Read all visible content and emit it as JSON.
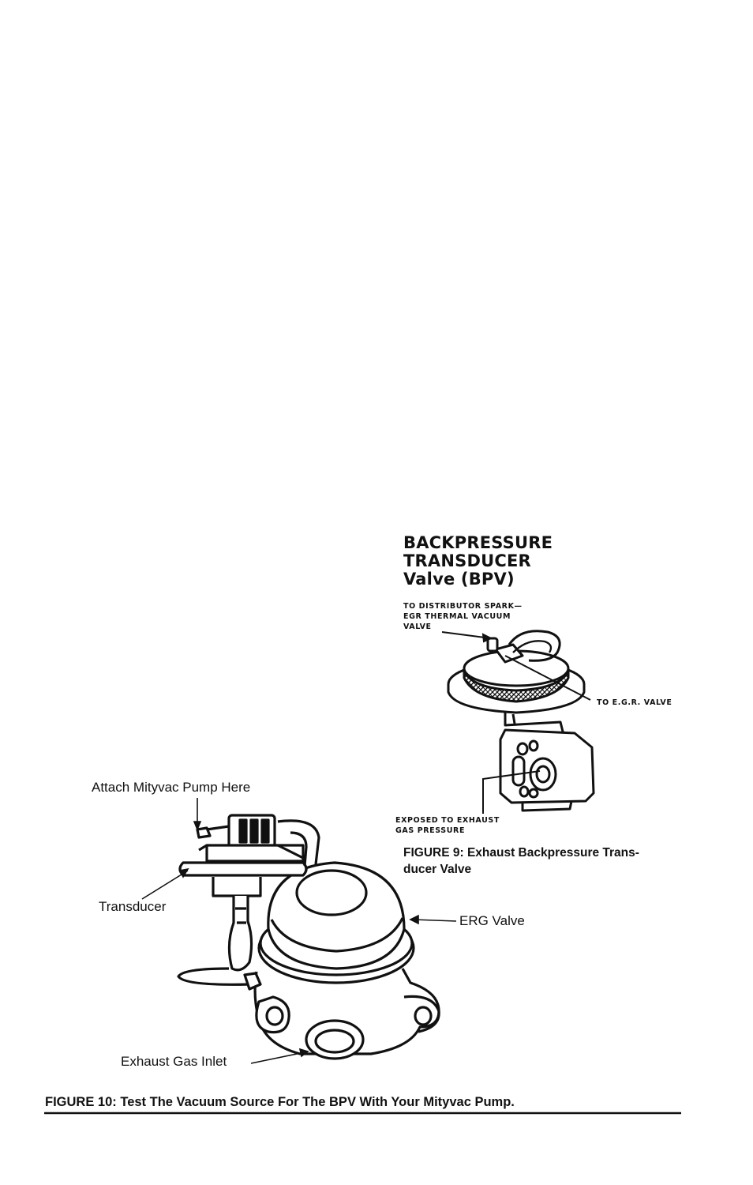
{
  "figure9": {
    "title_lines": [
      "BACKPRESSURE",
      "TRANSDUCER",
      "Valve (BPV)"
    ],
    "label_distributor_lines": [
      "TO DISTRIBUTOR SPARK—",
      "EGR THERMAL VACUUM",
      "VALVE"
    ],
    "label_egr": "TO E.G.R. VALVE",
    "label_exposed_lines": [
      "EXPOSED TO EXHAUST",
      "GAS PRESSURE"
    ],
    "caption_lines": [
      "FIGURE 9:  Exhaust Backpressure Trans-",
      "ducer Valve"
    ]
  },
  "figure10": {
    "label_attach": "Attach Mityvac Pump Here",
    "label_transducer": "Transducer",
    "label_erg": "ERG Valve",
    "label_inlet": "Exhaust Gas Inlet",
    "caption": "FIGURE 10:  Test The Vacuum Source For The BPV With Your Mityvac Pump."
  }
}
